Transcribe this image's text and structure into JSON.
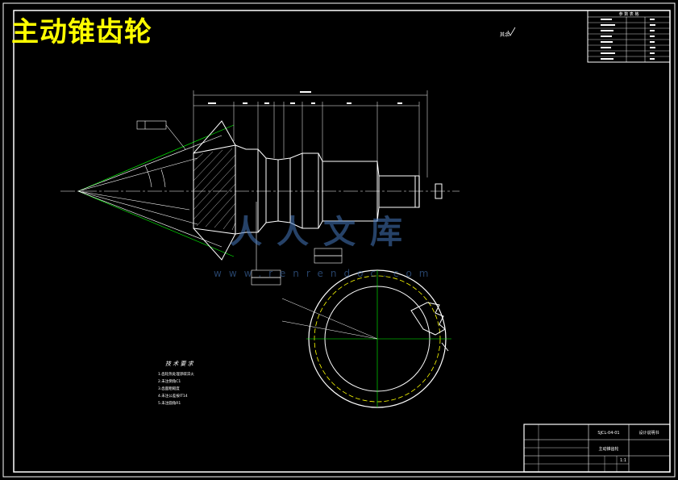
{
  "drawing_title": "主动锥齿轮",
  "roughness_note": "其余",
  "params_table": {
    "header": "参 数 表 格"
  },
  "technical_requirements": {
    "heading": "技 术 要 求",
    "items": [
      "1.齿轮热处理渗碳淬火",
      "2.未注倒角C1",
      "3.齿面粗糙度",
      "4.未注公差按IT14",
      "5.未注圆角R1"
    ]
  },
  "title_block": {
    "drawing_no": "SJCL-04-01",
    "part_name": "主动锥齿轮",
    "school": "设计说明书",
    "scale": "1:1"
  },
  "watermark": {
    "text": "人人文库",
    "url": "www.renrendoc.com"
  },
  "colors": {
    "background": "#000000",
    "line": "#ffffff",
    "title": "#ffff00",
    "centerline": "#00ff00",
    "dimension": "#ffffff"
  }
}
